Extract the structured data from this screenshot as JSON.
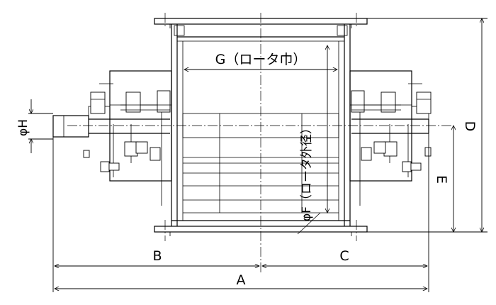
{
  "dimensions": {
    "A": "A",
    "B": "B",
    "C": "C",
    "D": "D",
    "E": "E",
    "G": "G（ロータ巾）",
    "F": "φF（ロータ外径）",
    "H": "φH"
  }
}
